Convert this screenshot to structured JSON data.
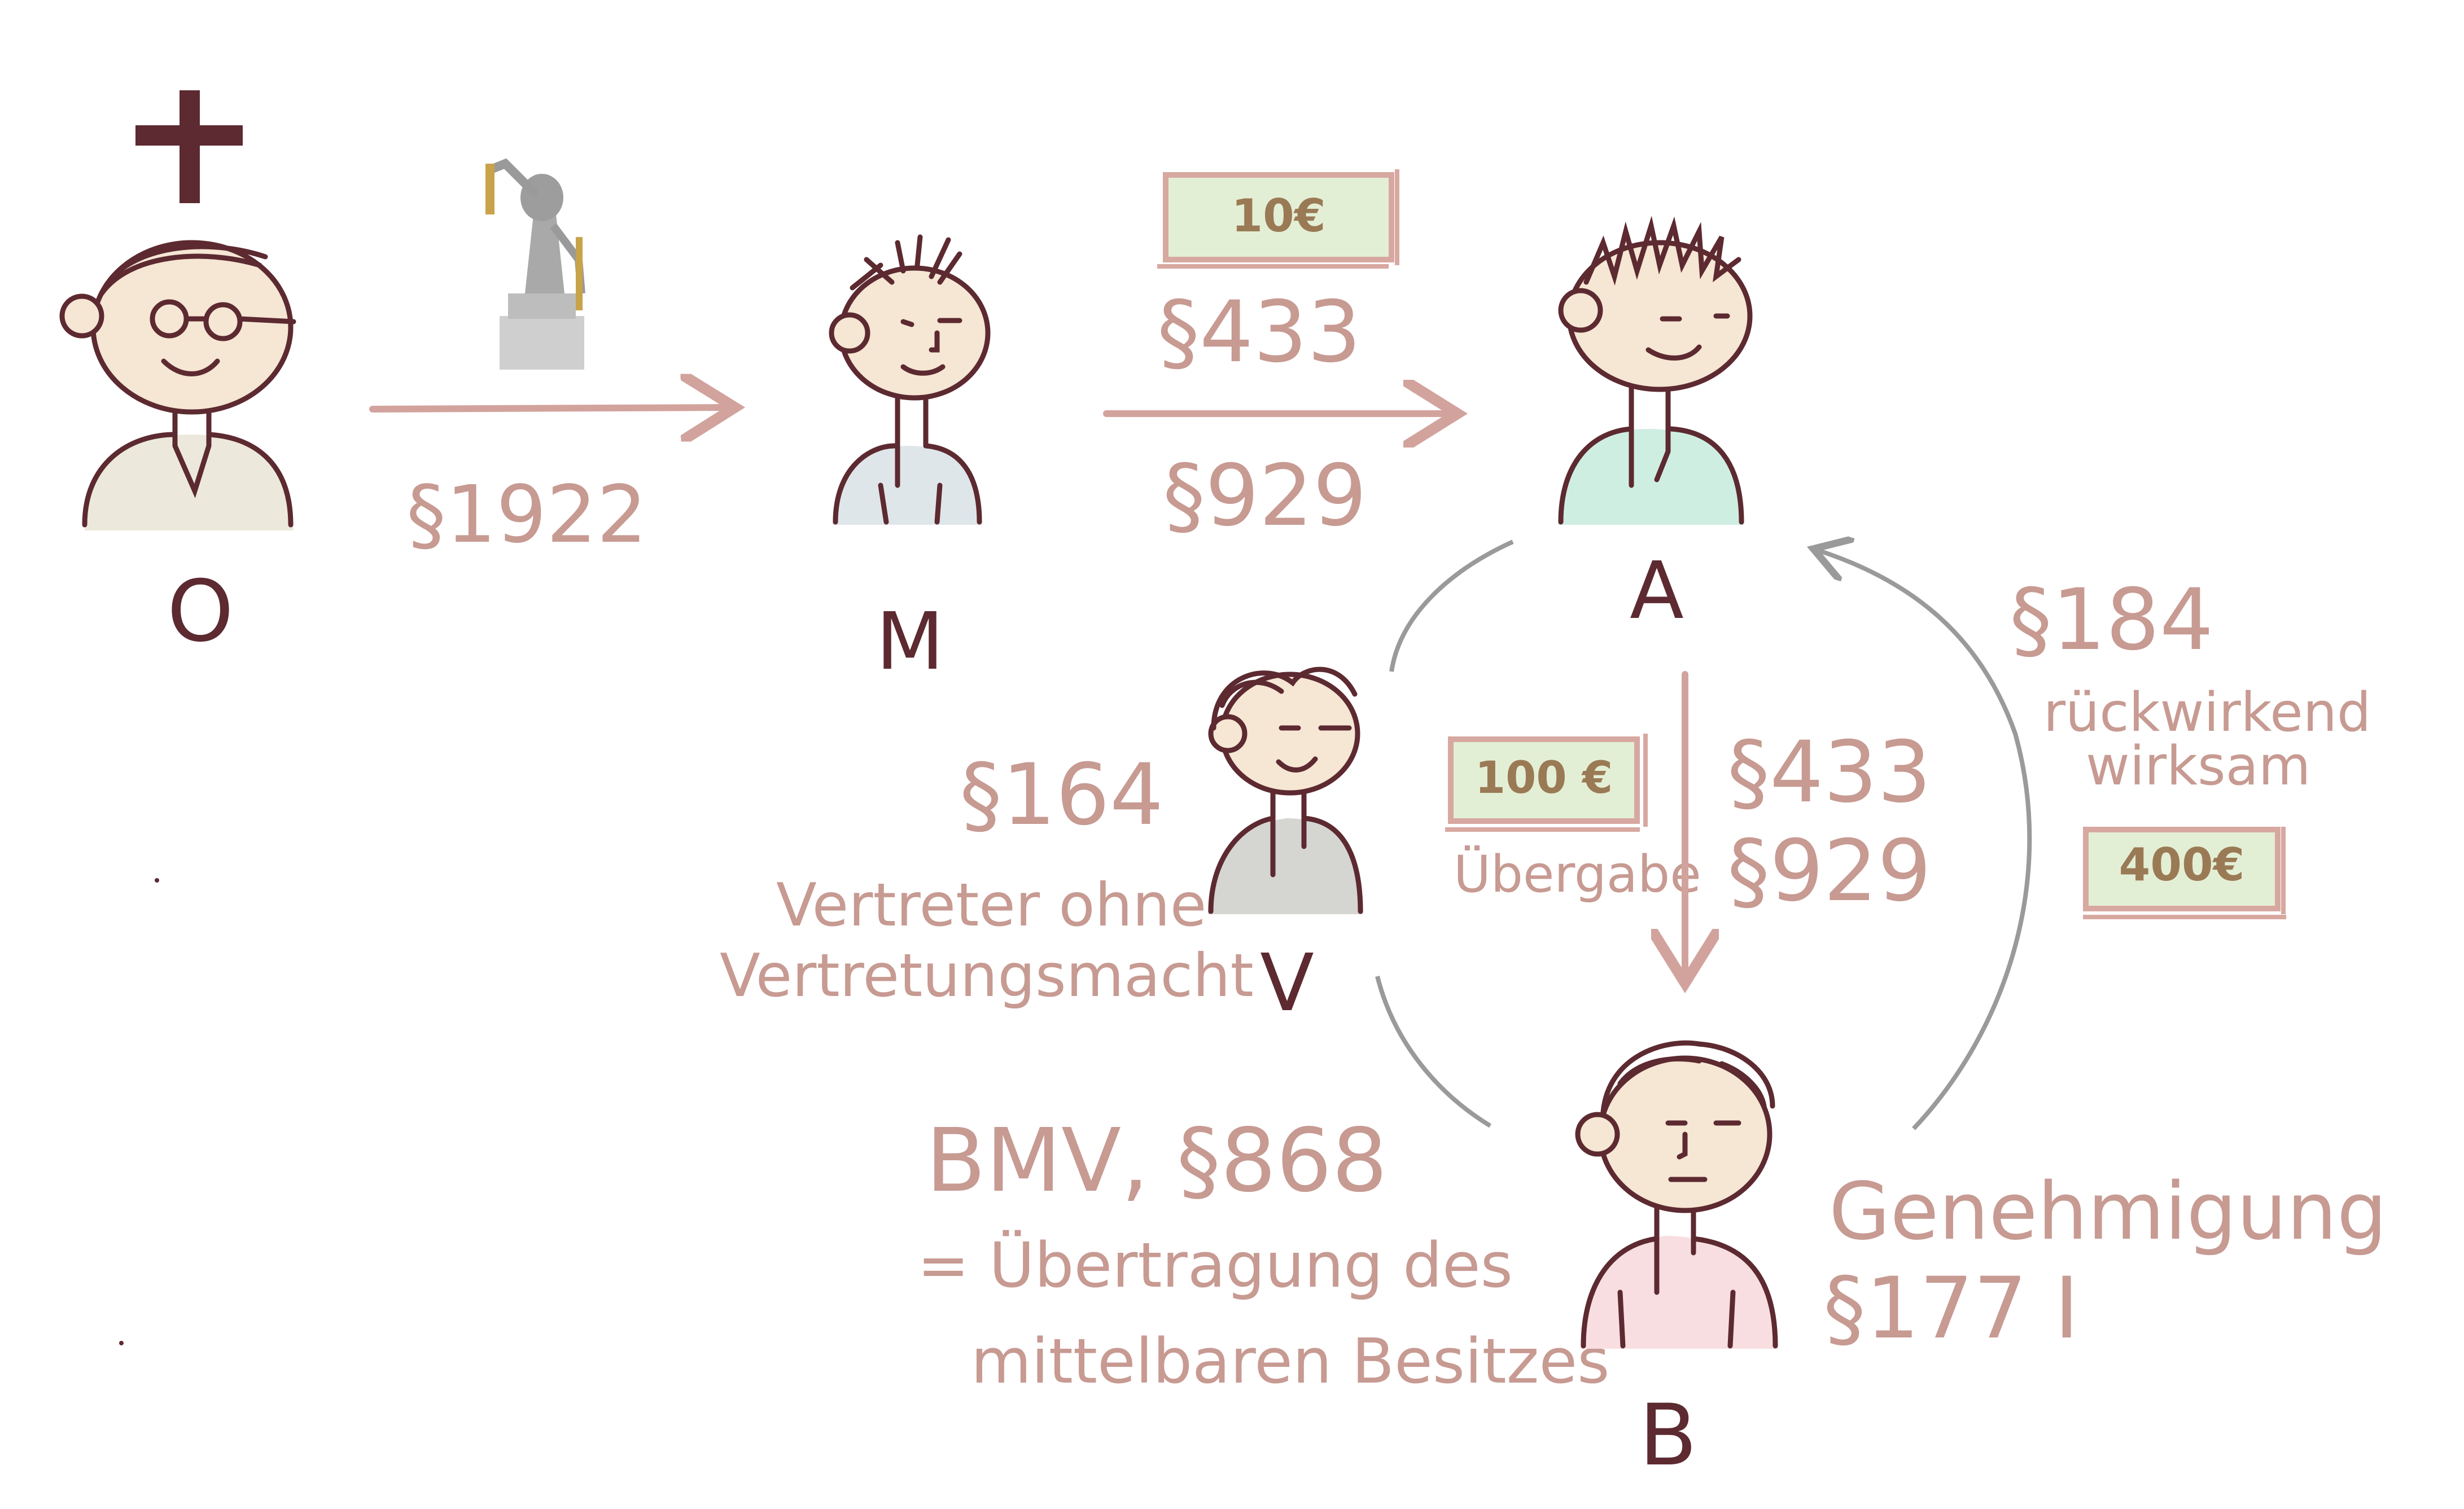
{
  "persons": {
    "o": "O",
    "m": "M",
    "a": "A",
    "v": "V",
    "b": "B"
  },
  "labels": {
    "p1922": "§1922",
    "p433_top": "§433",
    "p929_top": "§929",
    "p164": "§164",
    "vertreter_line1": "Vertreter ohne",
    "vertreter_line2": "Vertretungsmacht",
    "uebergabe": "Übergabe",
    "p433_mid": "§433",
    "p929_mid": "§929",
    "p184": "§184",
    "rueckwirkend_line1": "rückwirkend",
    "rueckwirkend_line2": "wirksam",
    "bmv": "BMV, §868",
    "uebertragung_line1": "= Übertragung des",
    "uebertragung_line2": "mittelbaren Besitzes",
    "genehmigung": "Genehmigung",
    "p177": "§177 I"
  },
  "money": {
    "bill_10": "10€",
    "bill_100": "100 €",
    "bill_400": "400€"
  },
  "icons": {
    "cross": "cross-icon",
    "statue": "statue-icon"
  },
  "colors": {
    "ink": "#5c2a30",
    "label": "#c79a92",
    "arrow": "#d2a39d",
    "gray_arrow": "#9a9a9a",
    "money_fill": "#e3efd5",
    "money_border": "#d7a8a0",
    "skin": "#f6e6d4"
  }
}
